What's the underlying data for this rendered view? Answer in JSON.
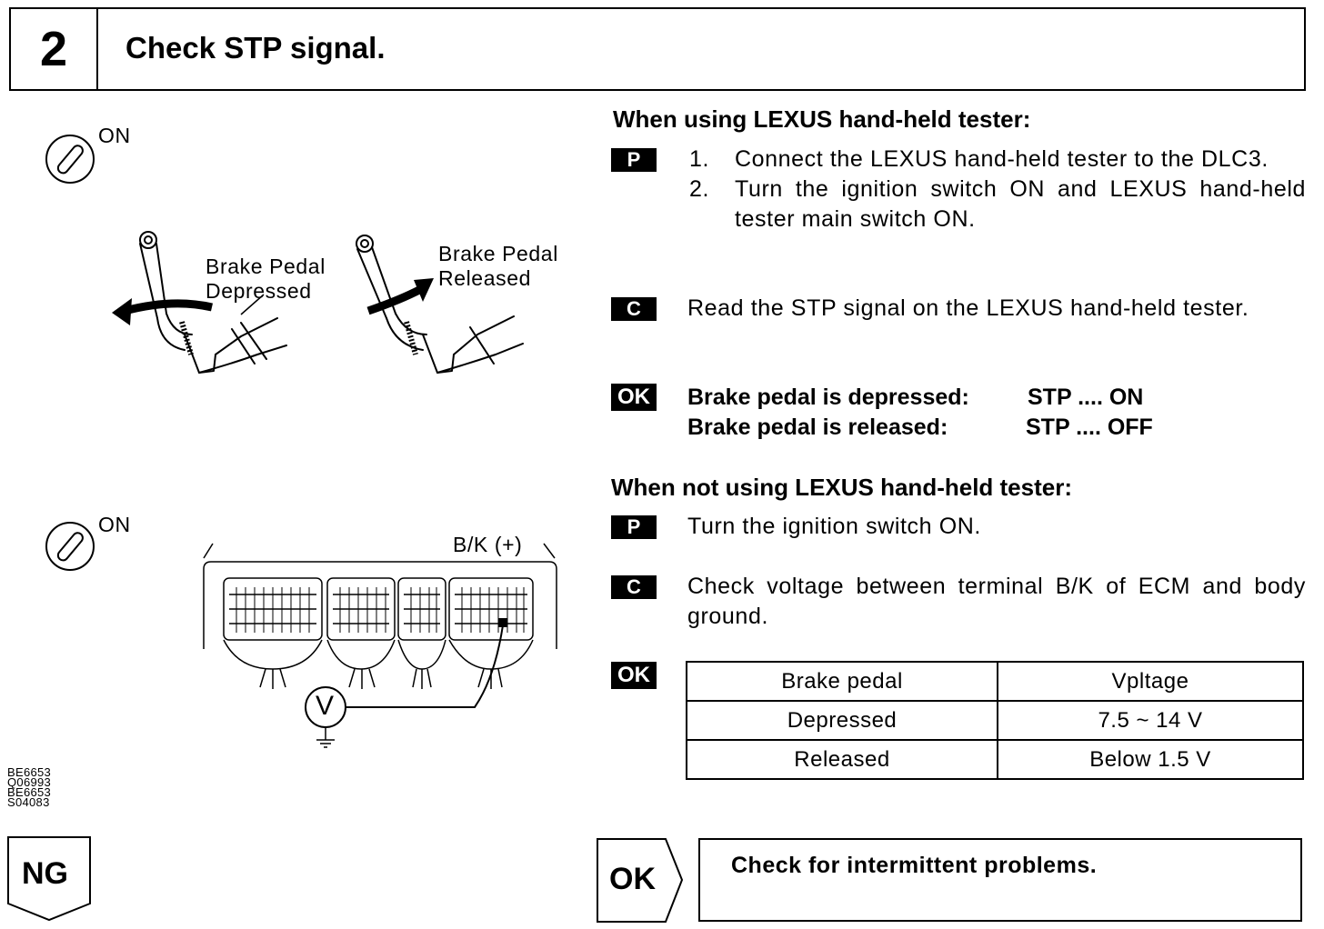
{
  "header": {
    "step_number": "2",
    "title": "Check STP signal."
  },
  "left": {
    "ignition_on_1": "ON",
    "pedal_depressed_label_line1": "Brake Pedal",
    "pedal_depressed_label_line2": "Depressed",
    "pedal_released_label_line1": "Brake Pedal",
    "pedal_released_label_line2": "Released",
    "ignition_on_2": "ON",
    "terminal_label": "B/K (+)",
    "voltmeter_symbol": "V",
    "figure_ids": [
      "BE6653",
      "Q06993",
      "BE6653",
      "S04083"
    ]
  },
  "with_tester": {
    "title": "When using LEXUS hand-held tester:",
    "p_label": "P",
    "steps": [
      {
        "num": "1.",
        "text": "Connect the LEXUS hand-held tester to the DLC3."
      },
      {
        "num": "2.",
        "text": "Turn the ignition switch ON and LEXUS hand-held tester main switch ON."
      }
    ],
    "c_label": "C",
    "check_text": "Read the STP signal on the LEXUS hand-held tester.",
    "ok_label": "OK",
    "ok_lines": [
      {
        "condition": "Brake pedal is depressed:",
        "value": "STP .... ON"
      },
      {
        "condition": "Brake pedal is released:",
        "value": "STP .... OFF"
      }
    ]
  },
  "without_tester": {
    "title": "When not using LEXUS hand-held tester:",
    "p_label": "P",
    "prep_text": "Turn the ignition switch ON.",
    "c_label": "C",
    "check_text": "Check voltage between terminal B/K of ECM and body ground.",
    "ok_label": "OK",
    "table": {
      "headers": [
        "Brake pedal",
        "Vpltage"
      ],
      "rows": [
        [
          "Depressed",
          "7.5 ~ 14 V"
        ],
        [
          "Released",
          "Below 1.5 V"
        ]
      ]
    }
  },
  "results": {
    "ng_label": "NG",
    "ok_label": "OK",
    "ok_action": "Check for intermittent problems."
  }
}
